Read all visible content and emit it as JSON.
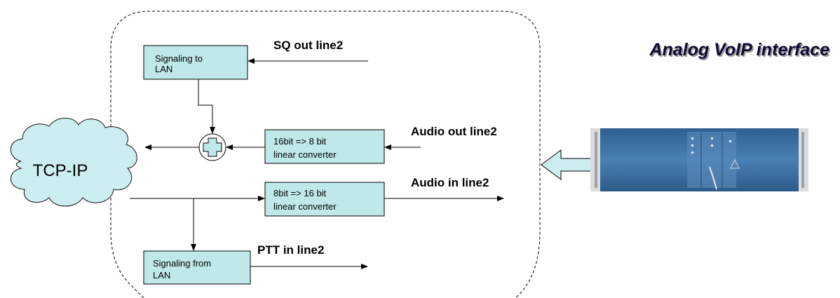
{
  "title": "Analog VoIP interface",
  "cloud_label": "TCP-IP",
  "blocks": {
    "sig_to_lan": {
      "line1": "Signaling to",
      "line2": "LAN"
    },
    "conv_16_8": {
      "line1": "16bit => 8 bit",
      "line2": "linear converter"
    },
    "conv_8_16": {
      "line1": "8bit => 16 bit",
      "line2": "linear converter"
    },
    "sig_from_lan": {
      "line1": "Signaling from",
      "line2": "LAN"
    }
  },
  "signals": {
    "sq_out": "SQ out line2",
    "audio_out": "Audio out line2",
    "audio_in": "Audio in line2",
    "ptt_in": "PTT in line2"
  },
  "colors": {
    "block_fill": "#bfe8e8",
    "cloud_fill": "#cdeef0",
    "arrow_fill": "#cdeef0",
    "device_fill": "#3d72a8"
  }
}
